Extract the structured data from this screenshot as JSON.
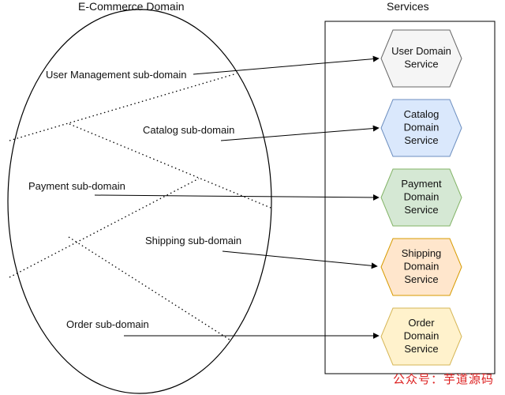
{
  "titles": {
    "domain": "E-Commerce Domain",
    "services": "Services"
  },
  "subdomains": [
    {
      "label": "User Management sub-domain"
    },
    {
      "label": "Catalog  sub-domain"
    },
    {
      "label": "Payment sub-domain"
    },
    {
      "label": "Shipping sub-domain"
    },
    {
      "label": "Order sub-domain"
    }
  ],
  "services": [
    {
      "lines": [
        "User Domain",
        "Service"
      ],
      "fill": "#f5f5f5",
      "stroke": "#666666",
      "text_color": "#333333"
    },
    {
      "lines": [
        "Catalog",
        "Domain",
        "Service"
      ],
      "fill": "#dae8fc",
      "stroke": "#6c8ebf",
      "text_color": "#111111"
    },
    {
      "lines": [
        "Payment",
        "Domain",
        "Service"
      ],
      "fill": "#d5e8d4",
      "stroke": "#82b366",
      "text_color": "#111111"
    },
    {
      "lines": [
        "Shipping",
        "Domain",
        "Service"
      ],
      "fill": "#ffe6cc",
      "stroke": "#d79b00",
      "text_color": "#111111"
    },
    {
      "lines": [
        "Order",
        "Domain",
        "Service"
      ],
      "fill": "#fff2cc",
      "stroke": "#d6b656",
      "text_color": "#111111"
    }
  ],
  "watermark": "公众号：芋道源码"
}
